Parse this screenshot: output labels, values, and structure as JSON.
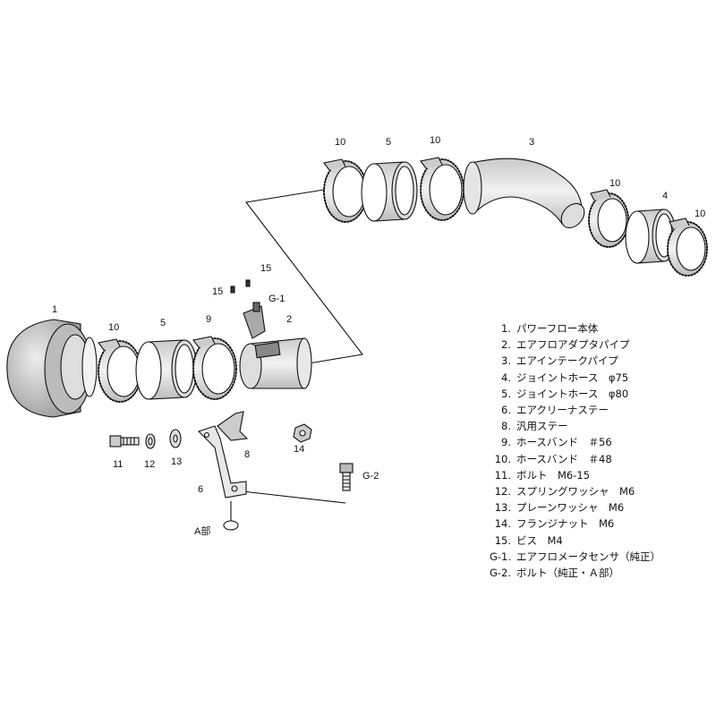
{
  "callouts": {
    "top_clamp_a": "10",
    "top_hose_5": "5",
    "top_clamp_b": "10",
    "pipe_3": "3",
    "right_clamp_a": "10",
    "hose_4": "4",
    "right_clamp_b": "10",
    "screw_15a": "15",
    "screw_15b": "15",
    "sensor_g1": "G-1",
    "adapter_2": "2",
    "body_1": "1",
    "bottom_clamp_10": "10",
    "bottom_hose_5": "5",
    "clamp_9": "9",
    "bolt_11": "11",
    "spring_washer_12": "12",
    "plain_washer_13": "13",
    "stay_8": "8",
    "flange_nut_14": "14",
    "bolt_g2": "G-2",
    "stay_6": "6",
    "part_a": "A部"
  },
  "legend": [
    {
      "num": "1.",
      "text": "パワーフロー本体"
    },
    {
      "num": "2.",
      "text": "エアフロアダプタパイプ"
    },
    {
      "num": "3.",
      "text": "エアインテークパイプ"
    },
    {
      "num": "4.",
      "text": "ジョイントホース　φ75"
    },
    {
      "num": "5.",
      "text": "ジョイントホース　φ80"
    },
    {
      "num": "6.",
      "text": "エアクリーナステー"
    },
    {
      "num": "8.",
      "text": "汎用ステー"
    },
    {
      "num": "9.",
      "text": "ホースバンド　＃56"
    },
    {
      "num": "10.",
      "text": "ホースバンド　＃48"
    },
    {
      "num": "11.",
      "text": "ボルト　M6-15"
    },
    {
      "num": "12.",
      "text": "スプリングワッシャ　M6"
    },
    {
      "num": "13.",
      "text": "プレーンワッシャ　M6"
    },
    {
      "num": "14.",
      "text": "フランジナット　M6"
    },
    {
      "num": "15.",
      "text": "ビス　M4"
    },
    {
      "num": "G-1.",
      "text": "エアフロメータセンサ（純正）"
    },
    {
      "num": "G-2.",
      "text": "ボルト（純正・Ａ部）"
    }
  ]
}
